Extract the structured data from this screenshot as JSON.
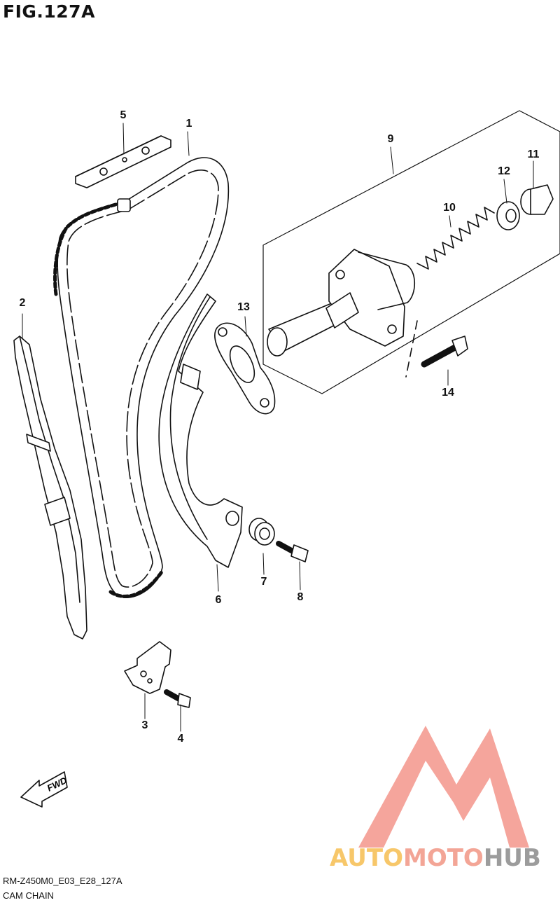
{
  "figure": {
    "title": "FIG.127A"
  },
  "callouts": [
    {
      "num": "1"
    },
    {
      "num": "2"
    },
    {
      "num": "3"
    },
    {
      "num": "4"
    },
    {
      "num": "5"
    },
    {
      "num": "6"
    },
    {
      "num": "7"
    },
    {
      "num": "8"
    },
    {
      "num": "9"
    },
    {
      "num": "10"
    },
    {
      "num": "11"
    },
    {
      "num": "12"
    },
    {
      "num": "13"
    },
    {
      "num": "14"
    }
  ],
  "direction_label": "FWD",
  "footer": {
    "code": "RM-Z450M0_E03_E28_127A",
    "name": "CAM CHAIN"
  },
  "watermark": {
    "part1": "AUTO",
    "part2": "MOTO",
    "part3": "HUB",
    "colors": {
      "auto": "#f7c76a",
      "moto": "#f3a596",
      "hub": "#9c9c9c"
    }
  }
}
